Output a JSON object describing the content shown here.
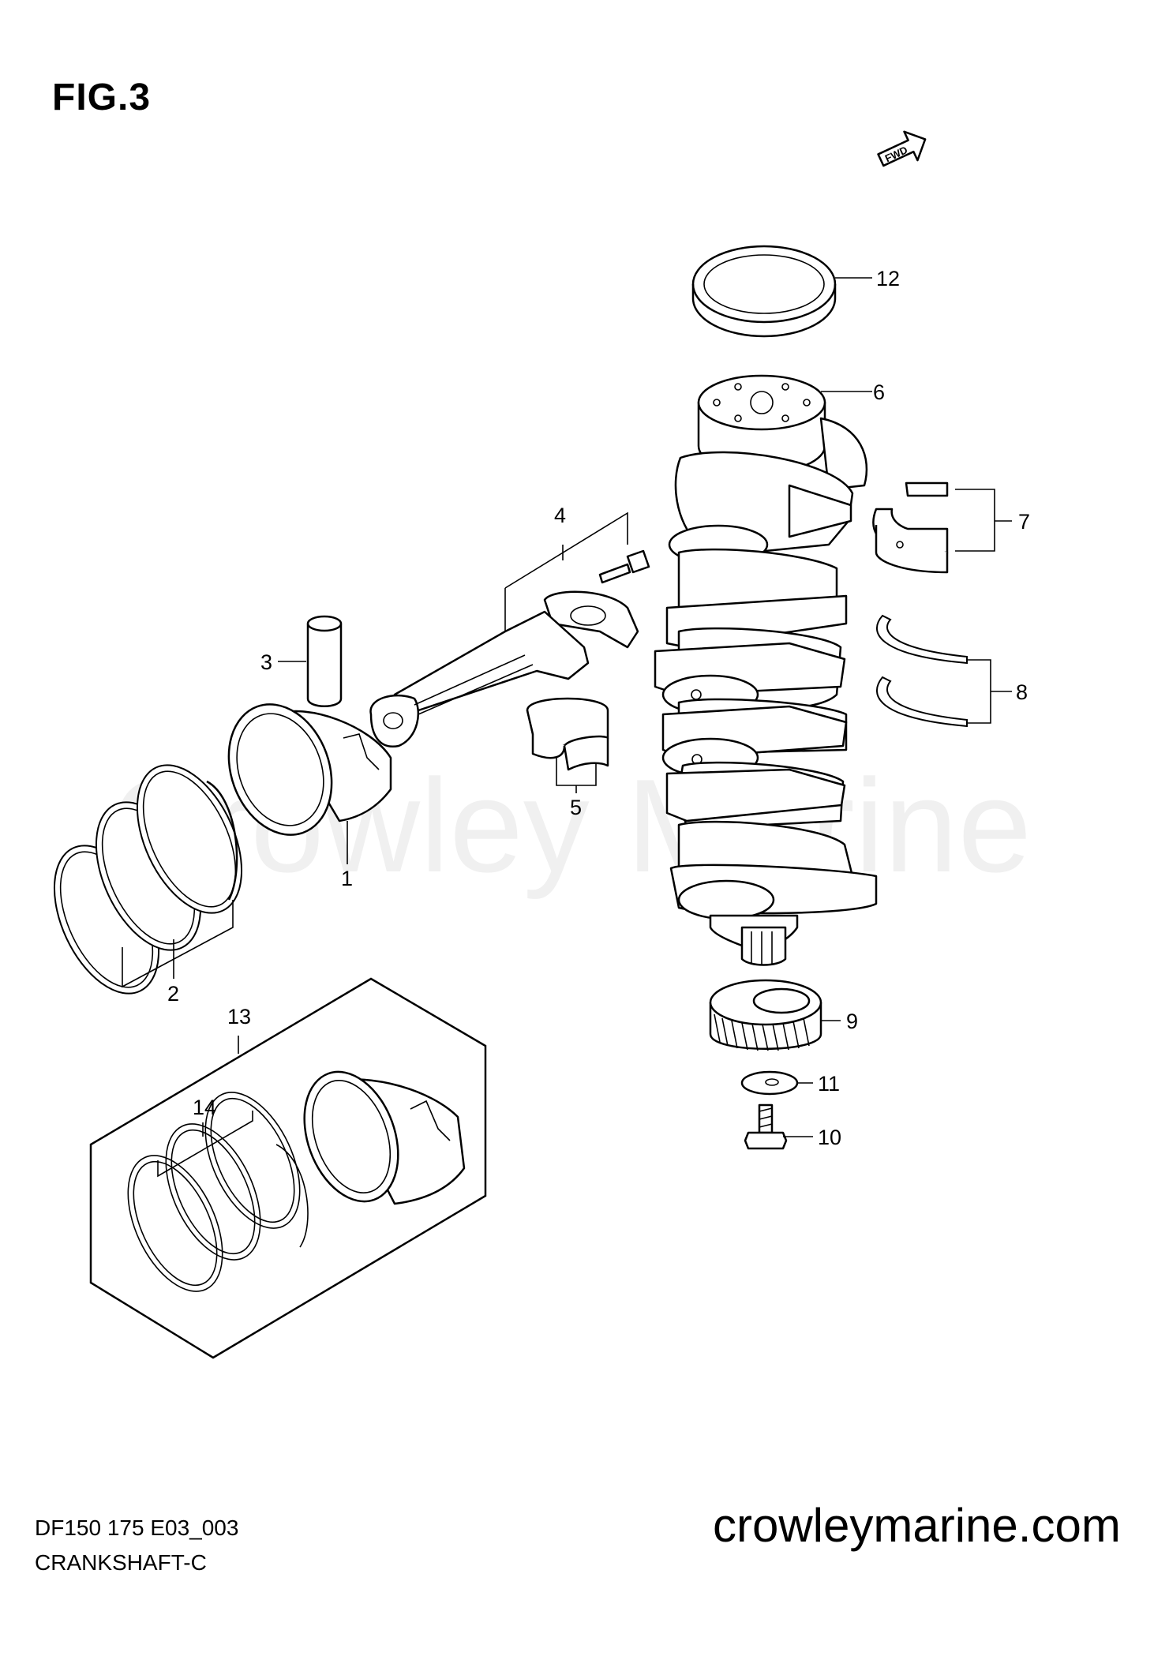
{
  "figure": {
    "title": "FIG.3",
    "fwd_label": "FWD"
  },
  "watermark": "Crowley Marine",
  "footer": {
    "code": "DF150 175  E03_003",
    "name": "CRANKSHAFT-C",
    "website": "crowleymarine.com"
  },
  "callouts": [
    "1",
    "2",
    "3",
    "4",
    "5",
    "6",
    "7",
    "8",
    "9",
    "10",
    "11",
    "12",
    "13",
    "14"
  ],
  "parts_icons": [
    "piston-icon",
    "piston-ring-icon",
    "piston-pin-icon",
    "connecting-rod-icon",
    "bearing-icon",
    "crankshaft-icon",
    "thrust-washer-icon",
    "gear-icon",
    "washer-icon",
    "bolt-icon",
    "oil-seal-icon"
  ]
}
